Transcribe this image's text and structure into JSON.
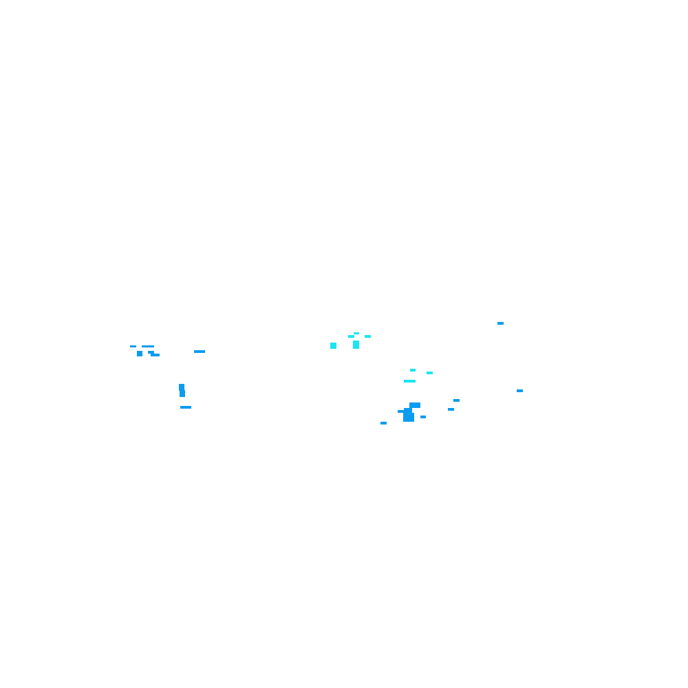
{
  "canvas": {
    "background": "#ffffff"
  },
  "colors": {
    "blue": "#0a9cf0",
    "cyan": "#19e6f0"
  },
  "fragments": [
    {
      "id": "f01",
      "color": "blue"
    },
    {
      "id": "f02",
      "color": "blue"
    },
    {
      "id": "f03",
      "color": "blue"
    },
    {
      "id": "f04",
      "color": "blue"
    },
    {
      "id": "f05",
      "color": "blue"
    },
    {
      "id": "f06",
      "color": "blue"
    },
    {
      "id": "f07",
      "color": "blue"
    },
    {
      "id": "f08",
      "color": "blue"
    },
    {
      "id": "f09",
      "color": "blue"
    },
    {
      "id": "f10",
      "color": "cyan"
    },
    {
      "id": "f11",
      "color": "cyan"
    },
    {
      "id": "f12",
      "color": "cyan"
    },
    {
      "id": "f13",
      "color": "cyan"
    },
    {
      "id": "f14",
      "color": "cyan"
    },
    {
      "id": "f15",
      "color": "cyan"
    },
    {
      "id": "f16",
      "color": "cyan"
    },
    {
      "id": "f17",
      "color": "cyan"
    },
    {
      "id": "f18",
      "color": "blue"
    },
    {
      "id": "f19",
      "color": "blue"
    },
    {
      "id": "f20",
      "color": "blue"
    },
    {
      "id": "f21",
      "color": "blue"
    },
    {
      "id": "f22",
      "color": "blue"
    },
    {
      "id": "f23",
      "color": "blue"
    },
    {
      "id": "f24",
      "color": "blue"
    },
    {
      "id": "f25",
      "color": "blue"
    },
    {
      "id": "f26",
      "color": "blue"
    },
    {
      "id": "f27",
      "color": "blue"
    }
  ]
}
